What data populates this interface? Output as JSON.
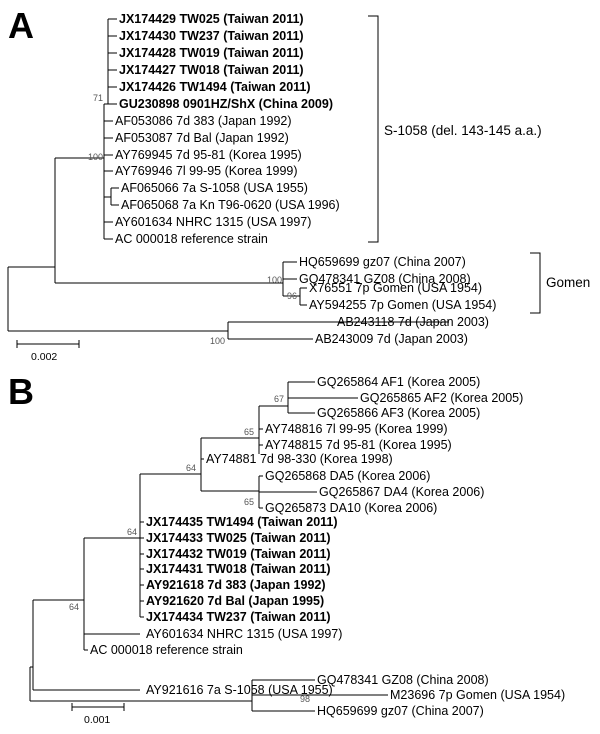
{
  "panel_a": {
    "letter": "A",
    "leaves": [
      {
        "label": "JX174429 TW025 (Taiwan 2011)",
        "bold": true
      },
      {
        "label": "JX174430 TW237 (Taiwan 2011)",
        "bold": true
      },
      {
        "label": "JX174428 TW019 (Taiwan 2011)",
        "bold": true
      },
      {
        "label": "JX174427 TW018 (Taiwan 2011)",
        "bold": true
      },
      {
        "label": "JX174426 TW1494 (Taiwan 2011)",
        "bold": true
      },
      {
        "label": "GU230898 0901HZ/ShX (China 2009)",
        "bold": true
      },
      {
        "label": "AF053086 7d 383 (Japan 1992)",
        "bold": false
      },
      {
        "label": "AF053087 7d Bal (Japan 1992)",
        "bold": false
      },
      {
        "label": "AY769945 7d 95-81 (Korea 1995)",
        "bold": false
      },
      {
        "label": "AY769946 7l 99-95 (Korea 1999)",
        "bold": false
      },
      {
        "label": "AF065066 7a S-1058 (USA 1955)",
        "bold": false
      },
      {
        "label": "AF065068 7a Kn T96-0620 (USA 1996)",
        "bold": false
      },
      {
        "label": "AY601634 NHRC 1315 (USA 1997)",
        "bold": false
      },
      {
        "label": "AC 000018 reference strain",
        "bold": false
      },
      {
        "label": "HQ659699 gz07 (China 2007)",
        "bold": false
      },
      {
        "label": "GQ478341 GZ08 (China 2008)",
        "bold": false
      },
      {
        "label": "X76551 7p Gomen (USA 1954)",
        "bold": false
      },
      {
        "label": "AY594255 7p Gomen (USA 1954)",
        "bold": false
      },
      {
        "label": "AB243118 7d (Japan 2003)",
        "bold": false
      },
      {
        "label": "AB243009 7d (Japan 2003)",
        "bold": false
      }
    ],
    "bootstrap": [
      "71",
      "100",
      "100",
      "96",
      "100"
    ],
    "groups": [
      "S-1058 (del. 143-145 a.a.)",
      "Gomen"
    ],
    "scale": "0.002"
  },
  "panel_b": {
    "letter": "B",
    "leaves": [
      {
        "label": "GQ265864 AF1 (Korea 2005)",
        "bold": false
      },
      {
        "label": "GQ265865 AF2 (Korea 2005)",
        "bold": false
      },
      {
        "label": "GQ265866 AF3 (Korea 2005)",
        "bold": false
      },
      {
        "label": "AY748816 7l 99-95 (Korea 1999)",
        "bold": false
      },
      {
        "label": "AY748815 7d 95-81 (Korea 1995)",
        "bold": false
      },
      {
        "label": "AY74881 7d 98-330 (Korea 1998)",
        "bold": false
      },
      {
        "label": "GQ265868 DA5 (Korea 2006)",
        "bold": false
      },
      {
        "label": "GQ265867 DA4 (Korea 2006)",
        "bold": false
      },
      {
        "label": "GQ265873 DA10 (Korea 2006)",
        "bold": false
      },
      {
        "label": "JX174435 TW1494 (Taiwan 2011)",
        "bold": true
      },
      {
        "label": "JX174433 TW025 (Taiwan 2011)",
        "bold": true
      },
      {
        "label": "JX174432 TW019 (Taiwan 2011)",
        "bold": true
      },
      {
        "label": "JX174431 TW018 (Taiwan 2011)",
        "bold": true
      },
      {
        "label": "AY921618 7d 383 (Japan 1992)",
        "bold": true
      },
      {
        "label": "AY921620 7d Bal (Japan 1995)",
        "bold": true
      },
      {
        "label": "JX174434 TW237 (Taiwan 2011)",
        "bold": true
      },
      {
        "label": "AY601634 NHRC 1315 (USA 1997)",
        "bold": false
      },
      {
        "label": "AC 000018 reference strain",
        "bold": false
      },
      {
        "label": "AY921616 7a S-1058 (USA 1955)",
        "bold": false
      },
      {
        "label": "GQ478341 GZ08 (China 2008)",
        "bold": false
      },
      {
        "label": "M23696 7p Gomen (USA 1954)",
        "bold": false
      },
      {
        "label": "HQ659699 gz07 (China 2007)",
        "bold": false
      }
    ],
    "bootstrap": [
      "67",
      "65",
      "65",
      "64",
      "64",
      "64",
      "98"
    ],
    "scale": "0.001"
  }
}
